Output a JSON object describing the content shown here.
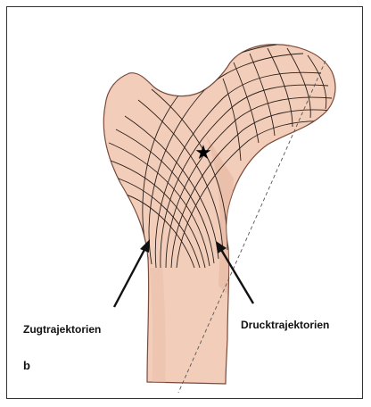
{
  "figure": {
    "panel_letter": "b",
    "labels": {
      "tension": "Zugtrajektorien",
      "compression": "Drucktrajektorien"
    },
    "marker_symbol": "★",
    "colors": {
      "bone_fill": "#f2cdb9",
      "bone_shade": "#e3b39c",
      "bone_outline": "#7a4a3a",
      "trajectory_lines": "#2a1f1a",
      "arrows": "#111111",
      "frame": "#333333"
    }
  }
}
